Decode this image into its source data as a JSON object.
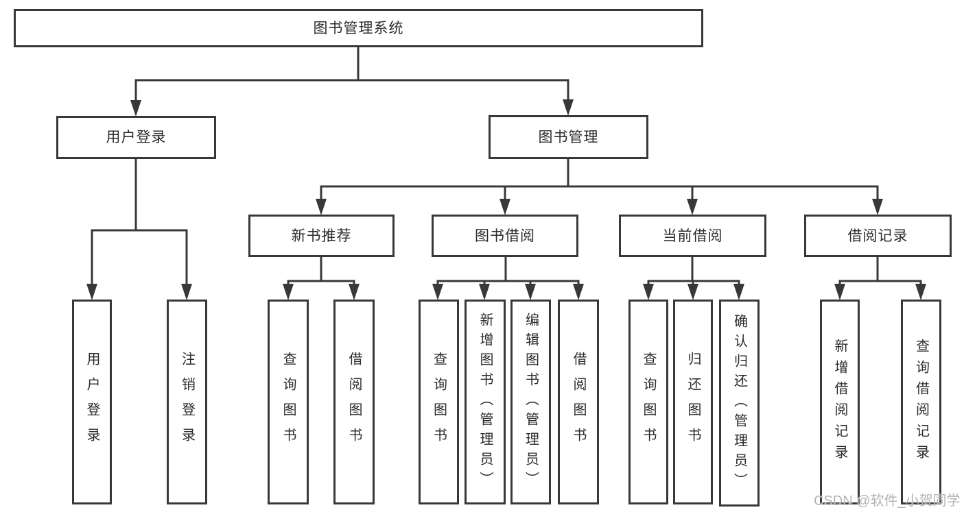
{
  "colors": {
    "line": "#383838",
    "box_border": "#383838",
    "text": "#2b2b2b",
    "watermark": "#b3b3b3",
    "background": "#ffffff"
  },
  "watermark": {
    "text": "CSDN @软件_小贺同学"
  },
  "tree": {
    "label": "图书管理系统",
    "children": [
      {
        "label": "用户登录",
        "children": [
          {
            "label": "用户登录"
          },
          {
            "label": "注销登录"
          }
        ]
      },
      {
        "label": "图书管理",
        "children": [
          {
            "label": "新书推荐",
            "children": [
              {
                "label": "查询图书"
              },
              {
                "label": "借阅图书"
              }
            ]
          },
          {
            "label": "图书借阅",
            "children": [
              {
                "label": "查询图书"
              },
              {
                "label": "新增图书（管理员）"
              },
              {
                "label": "编辑图书（管理员）"
              },
              {
                "label": "借阅图书"
              }
            ]
          },
          {
            "label": "当前借阅",
            "children": [
              {
                "label": "查询图书"
              },
              {
                "label": "归还图书"
              },
              {
                "label": "确认归还（管理员）"
              }
            ]
          },
          {
            "label": "借阅记录",
            "children": [
              {
                "label": "新增借阅记录"
              },
              {
                "label": "查询借阅记录"
              }
            ]
          }
        ]
      }
    ]
  }
}
